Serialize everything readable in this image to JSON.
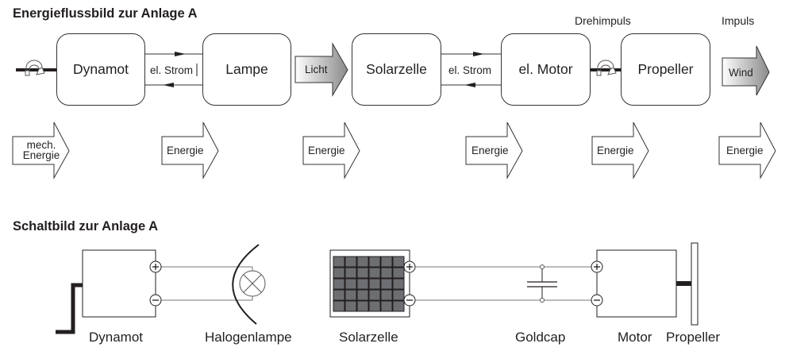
{
  "energy_flow": {
    "title": "Energieflussbild zur Anlage A",
    "labels": {
      "drehimpuls": "Drehimpuls",
      "impuls": "Impuls"
    },
    "boxes": [
      {
        "id": "dynamot",
        "label": "Dynamot"
      },
      {
        "id": "lampe",
        "label": "Lampe"
      },
      {
        "id": "solarzelle",
        "label": "Solarzelle"
      },
      {
        "id": "motor",
        "label": "el. Motor"
      },
      {
        "id": "propeller",
        "label": "Propeller"
      }
    ],
    "connectors": [
      {
        "between": "dynamot-lampe",
        "label": "el. Strom"
      },
      {
        "between": "solarzelle-motor",
        "label": "el. Strom"
      }
    ],
    "carrier_arrows": [
      {
        "label": "Licht"
      },
      {
        "label": "Wind"
      }
    ],
    "energy_arrows": [
      {
        "line1": "mech.",
        "line2": "Energie"
      },
      {
        "label": "Energie"
      },
      {
        "label": "Energie"
      },
      {
        "label": "Energie"
      },
      {
        "label": "Energie"
      },
      {
        "label": "Energie"
      }
    ]
  },
  "circuit": {
    "title": "Schaltbild zur Anlage A",
    "captions": {
      "dynamot": "Dynamot",
      "halogenlampe": "Halogenlampe",
      "solarzelle": "Solarzelle",
      "goldcap": "Goldcap",
      "motor": "Motor",
      "propeller": "Propeller"
    },
    "solar_grid": {
      "rows": 5,
      "cols": 6
    }
  }
}
